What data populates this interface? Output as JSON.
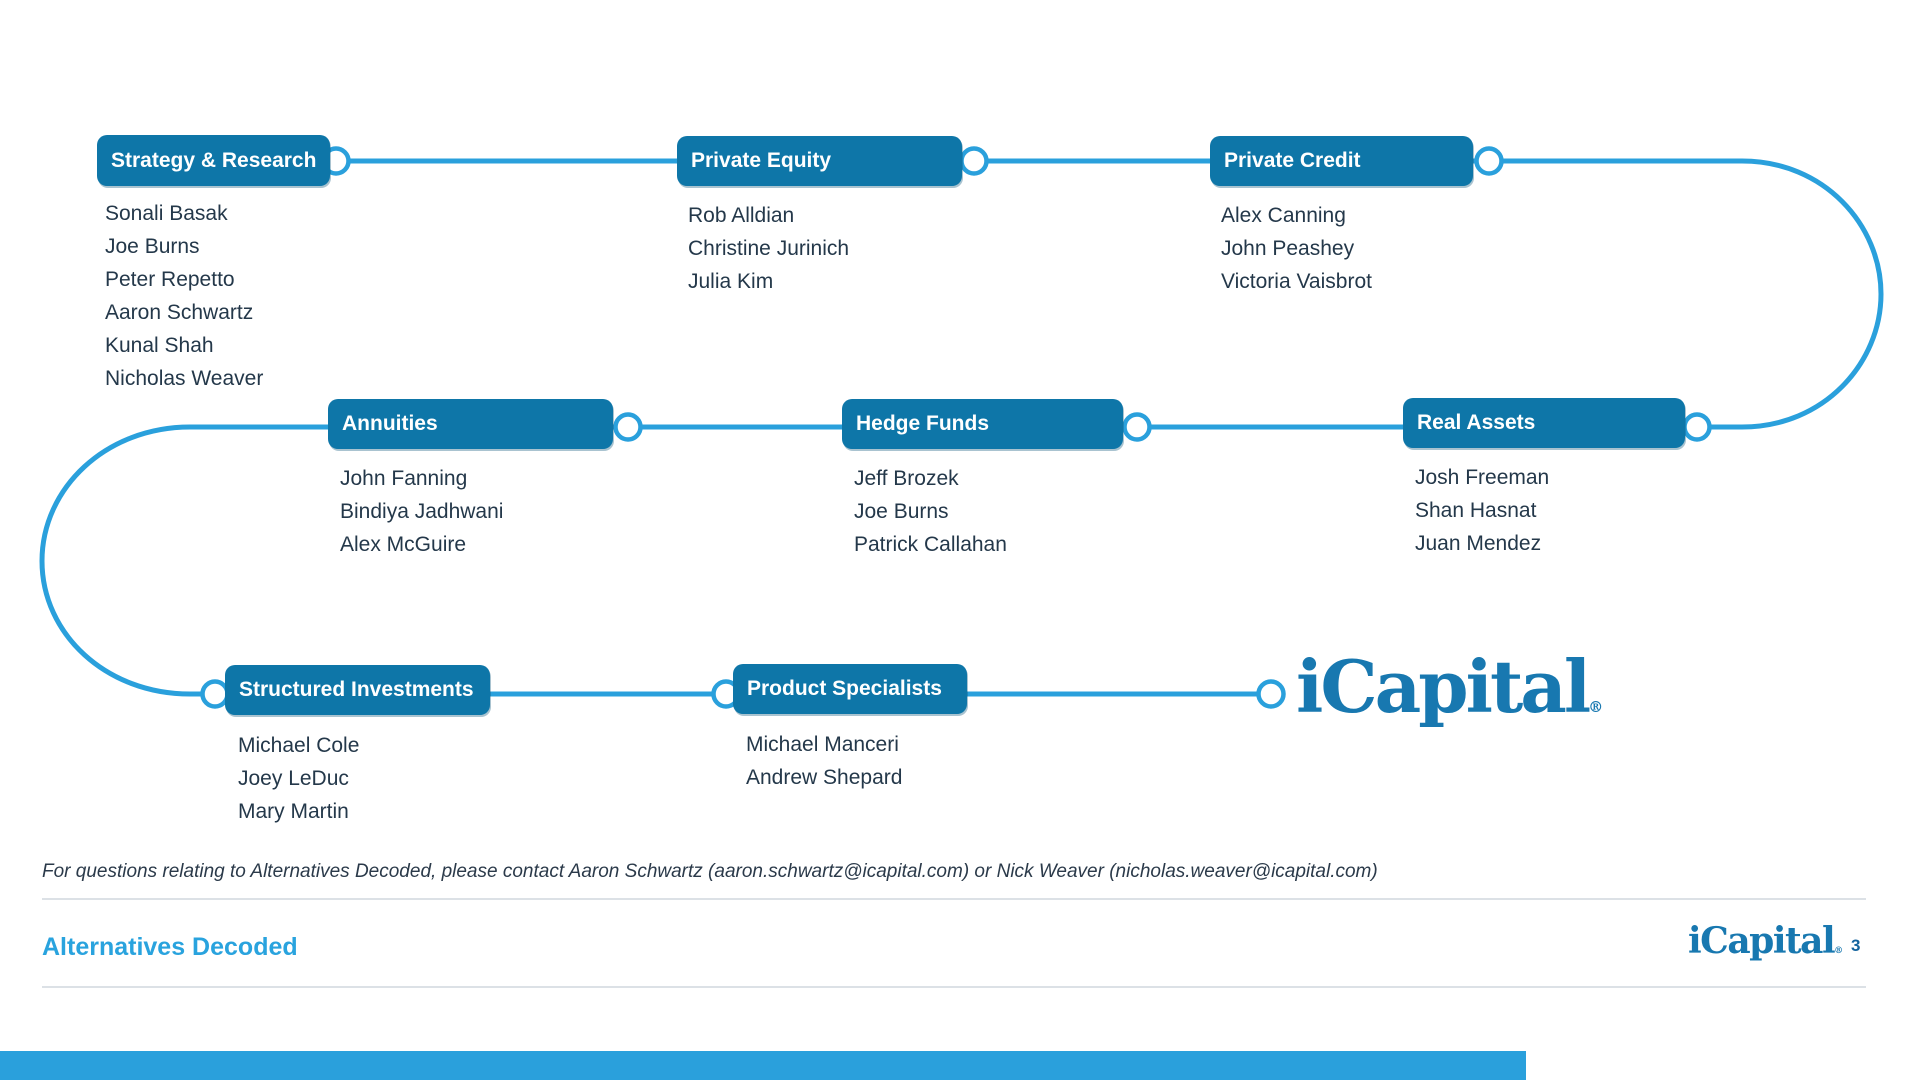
{
  "diagram": {
    "groups": [
      {
        "title": "Strategy & Research",
        "members": [
          "Sonali Basak",
          "Joe Burns",
          "Peter Repetto",
          "Aaron Schwartz",
          "Kunal Shah",
          "Nicholas Weaver"
        ]
      },
      {
        "title": "Private Equity",
        "members": [
          "Rob Alldian",
          "Christine Jurinich",
          "Julia Kim"
        ]
      },
      {
        "title": "Private Credit",
        "members": [
          "Alex Canning",
          "John Peashey",
          "Victoria Vaisbrot"
        ]
      },
      {
        "title": "Annuities",
        "members": [
          "John Fanning",
          "Bindiya Jadhwani",
          "Alex McGuire"
        ]
      },
      {
        "title": "Hedge Funds",
        "members": [
          "Jeff Brozek",
          "Joe Burns",
          "Patrick Callahan"
        ]
      },
      {
        "title": "Real Assets",
        "members": [
          "Josh Freeman",
          "Shan Hasnat",
          "Juan Mendez"
        ]
      },
      {
        "title": "Structured Investments",
        "members": [
          "Michael Cole",
          "Joey LeDuc",
          "Mary Martin"
        ]
      },
      {
        "title": "Product Specialists",
        "members": [
          "Michael Manceri",
          "Andrew Shepard"
        ]
      }
    ],
    "logo_text": "iCapital",
    "logo_reg_mark": "®"
  },
  "footer": {
    "note": "For questions relating to Alternatives Decoded, please contact Aaron Schwartz (aaron.schwartz@icapital.com) or Nick Weaver (nicholas.weaver@icapital.com)",
    "deck_title": "Alternatives Decoded",
    "logo_text": "iCapital",
    "logo_reg_mark": "®",
    "page_number": "3"
  },
  "colors": {
    "box_blue": "#0E76A8",
    "line_blue": "#2AA0DC",
    "text_dark": "#24384A",
    "logo_blue": "#1878B0",
    "deck_title_blue": "#29A3DE",
    "page_number_blue": "#14649E",
    "bottom_bar_blue": "#2AA0DC",
    "divider_gray": "#DCE1E6"
  }
}
